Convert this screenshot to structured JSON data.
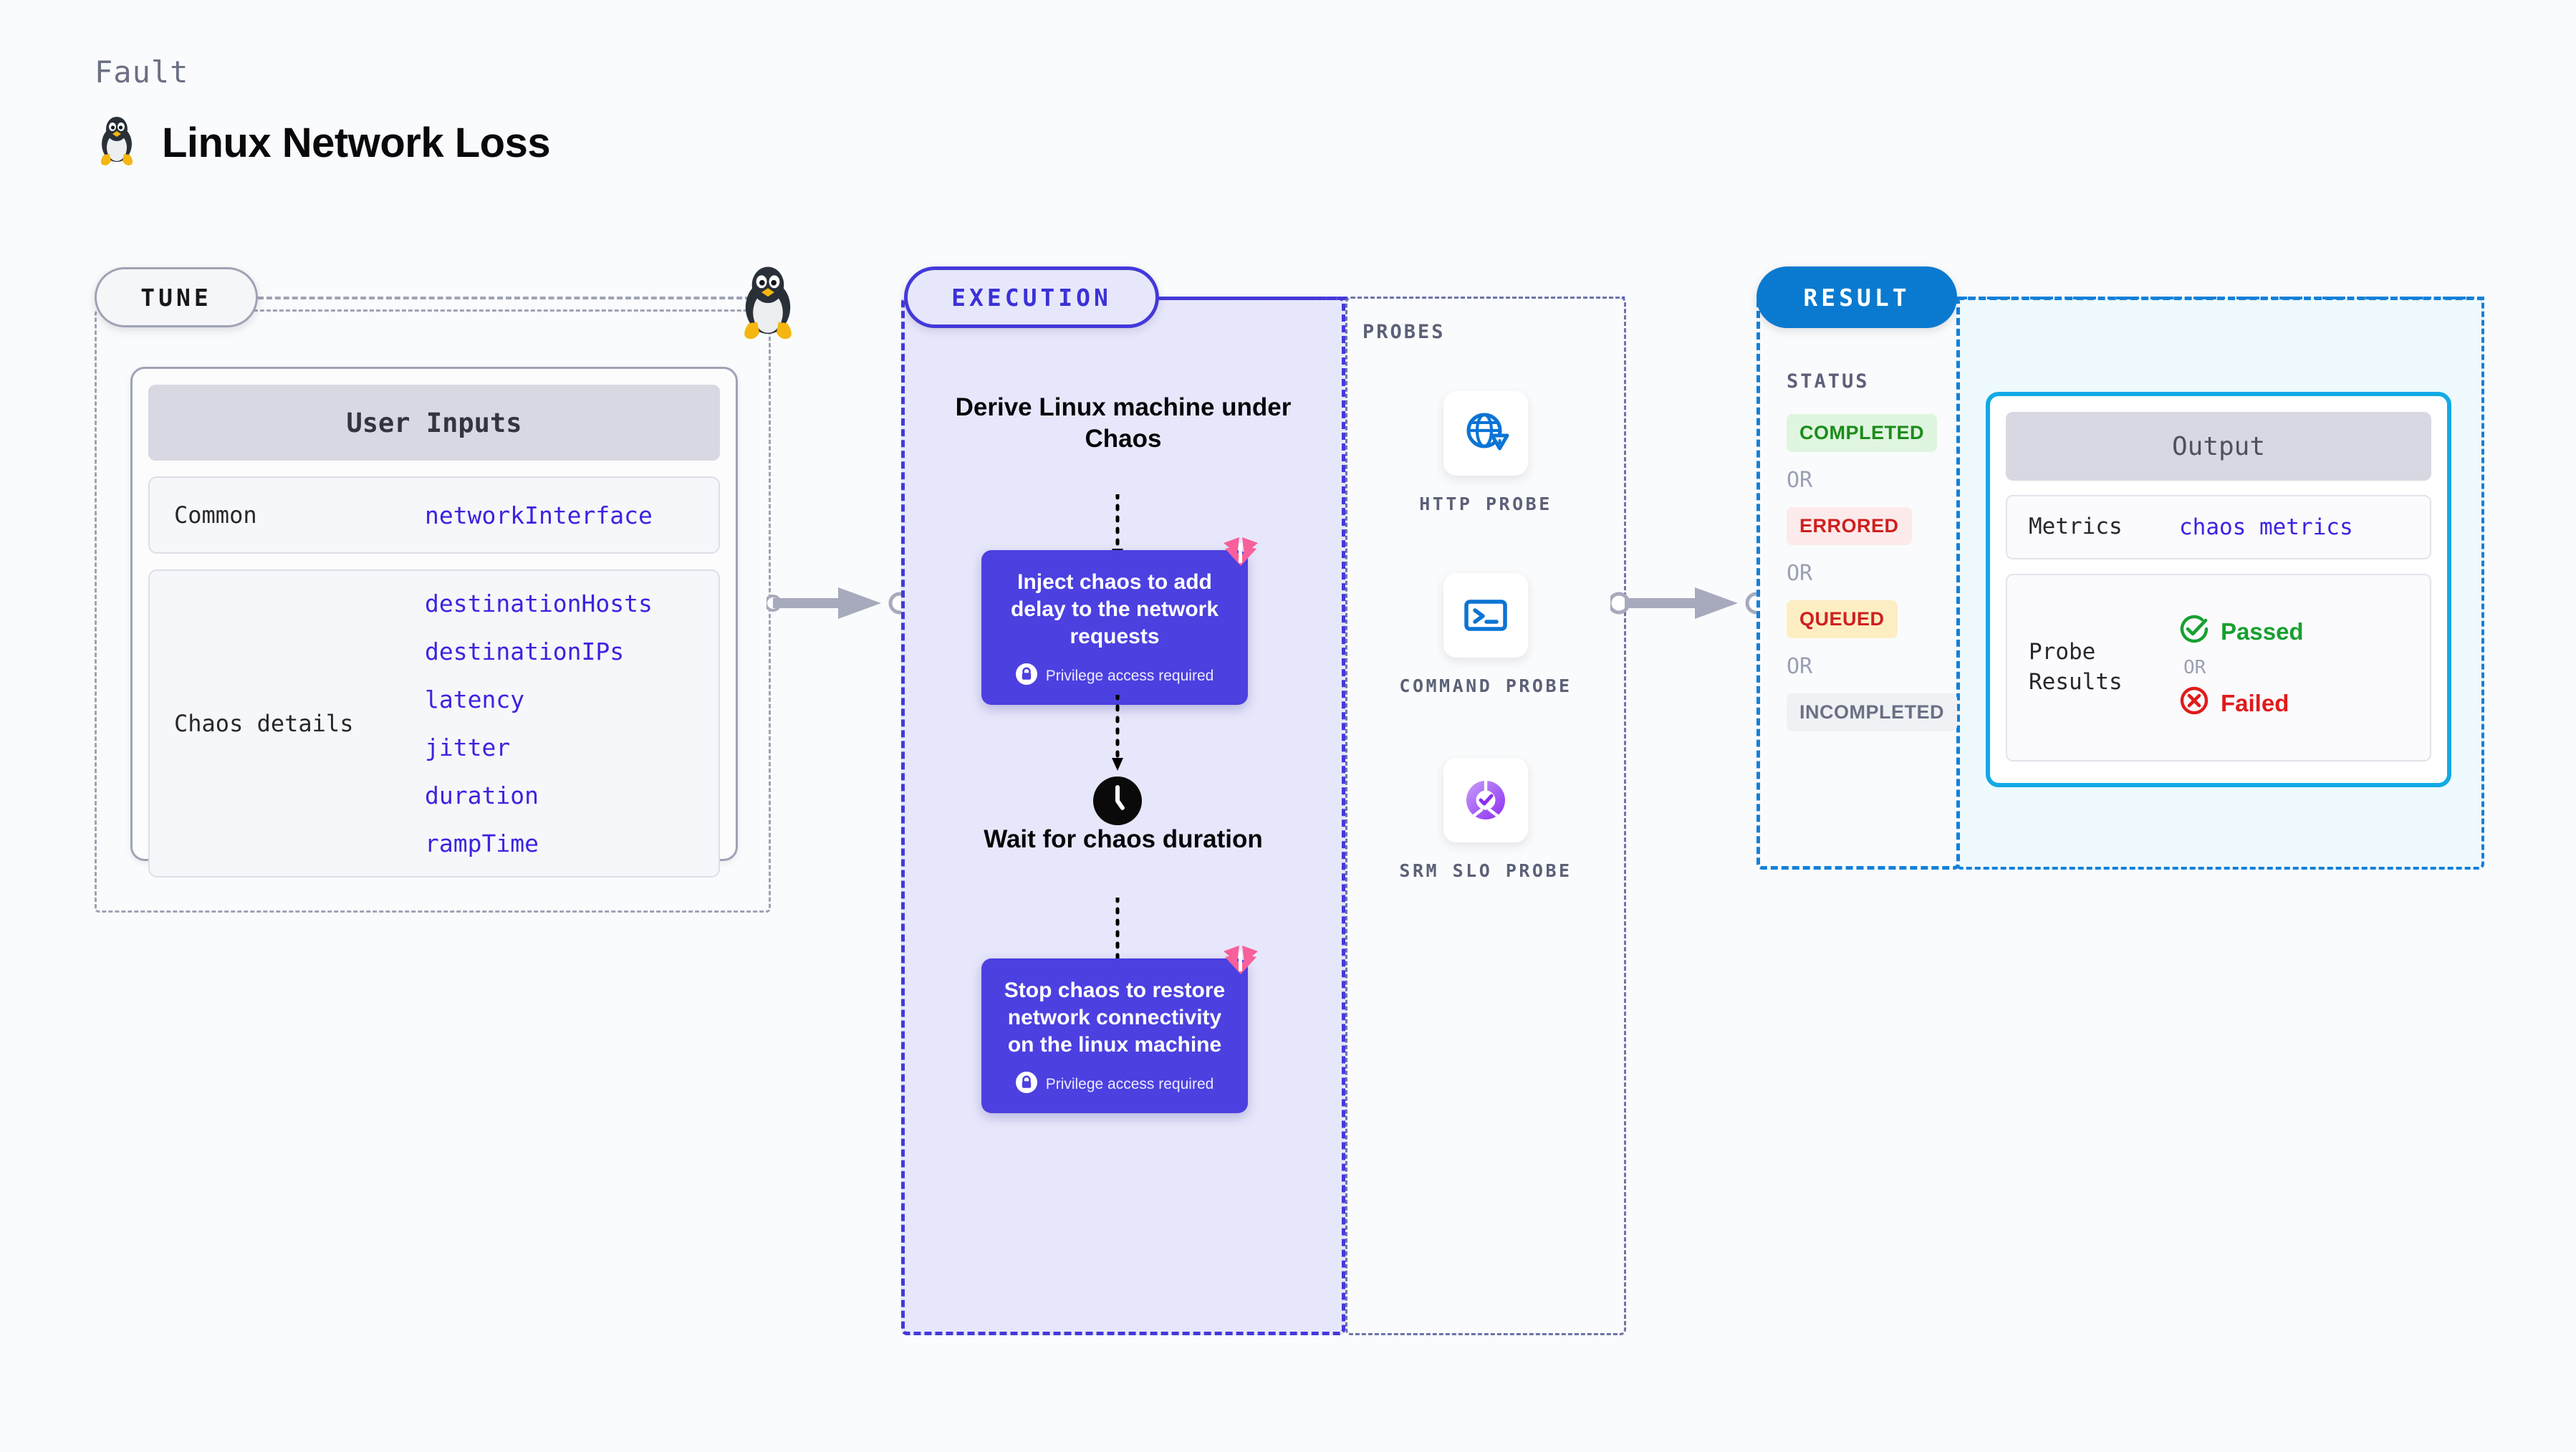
{
  "header": {
    "kicker": "Fault",
    "title": "Linux Network Loss",
    "icon": "linux-penguin-icon"
  },
  "tune": {
    "label": "TUNE",
    "marker_icon": "linux-penguin-icon",
    "card_title": "User Inputs",
    "rows": [
      {
        "key": "Common",
        "values": [
          "networkInterface"
        ]
      },
      {
        "key": "Chaos details",
        "values": [
          "destinationHosts",
          "destinationIPs",
          "latency",
          "jitter",
          "duration",
          "rampTime"
        ]
      }
    ]
  },
  "execution": {
    "label": "EXECUTION",
    "steps": [
      {
        "type": "text",
        "title": "Derive Linux machine under Chaos"
      },
      {
        "type": "card",
        "title": "Inject chaos to add delay to the network requests",
        "privilege": "Privilege access required",
        "badge_icon": "harness-logo-icon",
        "lock_icon": "lock-icon"
      },
      {
        "type": "wait",
        "title": "Wait for chaos duration",
        "icon": "clock-icon"
      },
      {
        "type": "card",
        "title": "Stop chaos to restore network connectivity on the linux machine",
        "privilege": "Privilege access required",
        "badge_icon": "harness-logo-icon",
        "lock_icon": "lock-icon"
      }
    ]
  },
  "probes": {
    "label": "PROBES",
    "items": [
      {
        "caption": "HTTP PROBE",
        "icon": "globe-warning-icon"
      },
      {
        "caption": "COMMAND PROBE",
        "icon": "terminal-icon"
      },
      {
        "caption": "SRM SLO PROBE",
        "icon": "slo-donut-check-icon"
      }
    ]
  },
  "result": {
    "label": "RESULT",
    "status_label": "STATUS",
    "or_text": "OR",
    "statuses": [
      {
        "text": "COMPLETED",
        "bg": "#dff5df",
        "fg": "#1b8c1b"
      },
      {
        "text": "ERRORED",
        "bg": "#fdeaea",
        "fg": "#cf2020"
      },
      {
        "text": "QUEUED",
        "bg": "#fdeec3",
        "fg": "#cf2020"
      },
      {
        "text": "INCOMPLETED",
        "bg": "#f0f1f5",
        "fg": "#6b7084"
      }
    ],
    "output": {
      "title": "Output",
      "metrics_key": "Metrics",
      "metrics_value": "chaos metrics",
      "probe_key": "Probe Results",
      "passed": "Passed",
      "failed": "Failed",
      "or_text": "OR",
      "passed_icon": "check-circle-icon",
      "failed_icon": "x-circle-icon"
    }
  },
  "colors": {
    "accent_purple": "#4c40e0",
    "accent_blue": "#0a7ad0",
    "accent_cyan": "#12aae6",
    "pink_badge": "#f7609b",
    "mono_value": "#3a24e0",
    "panel_gray": "#9ea3b4"
  }
}
